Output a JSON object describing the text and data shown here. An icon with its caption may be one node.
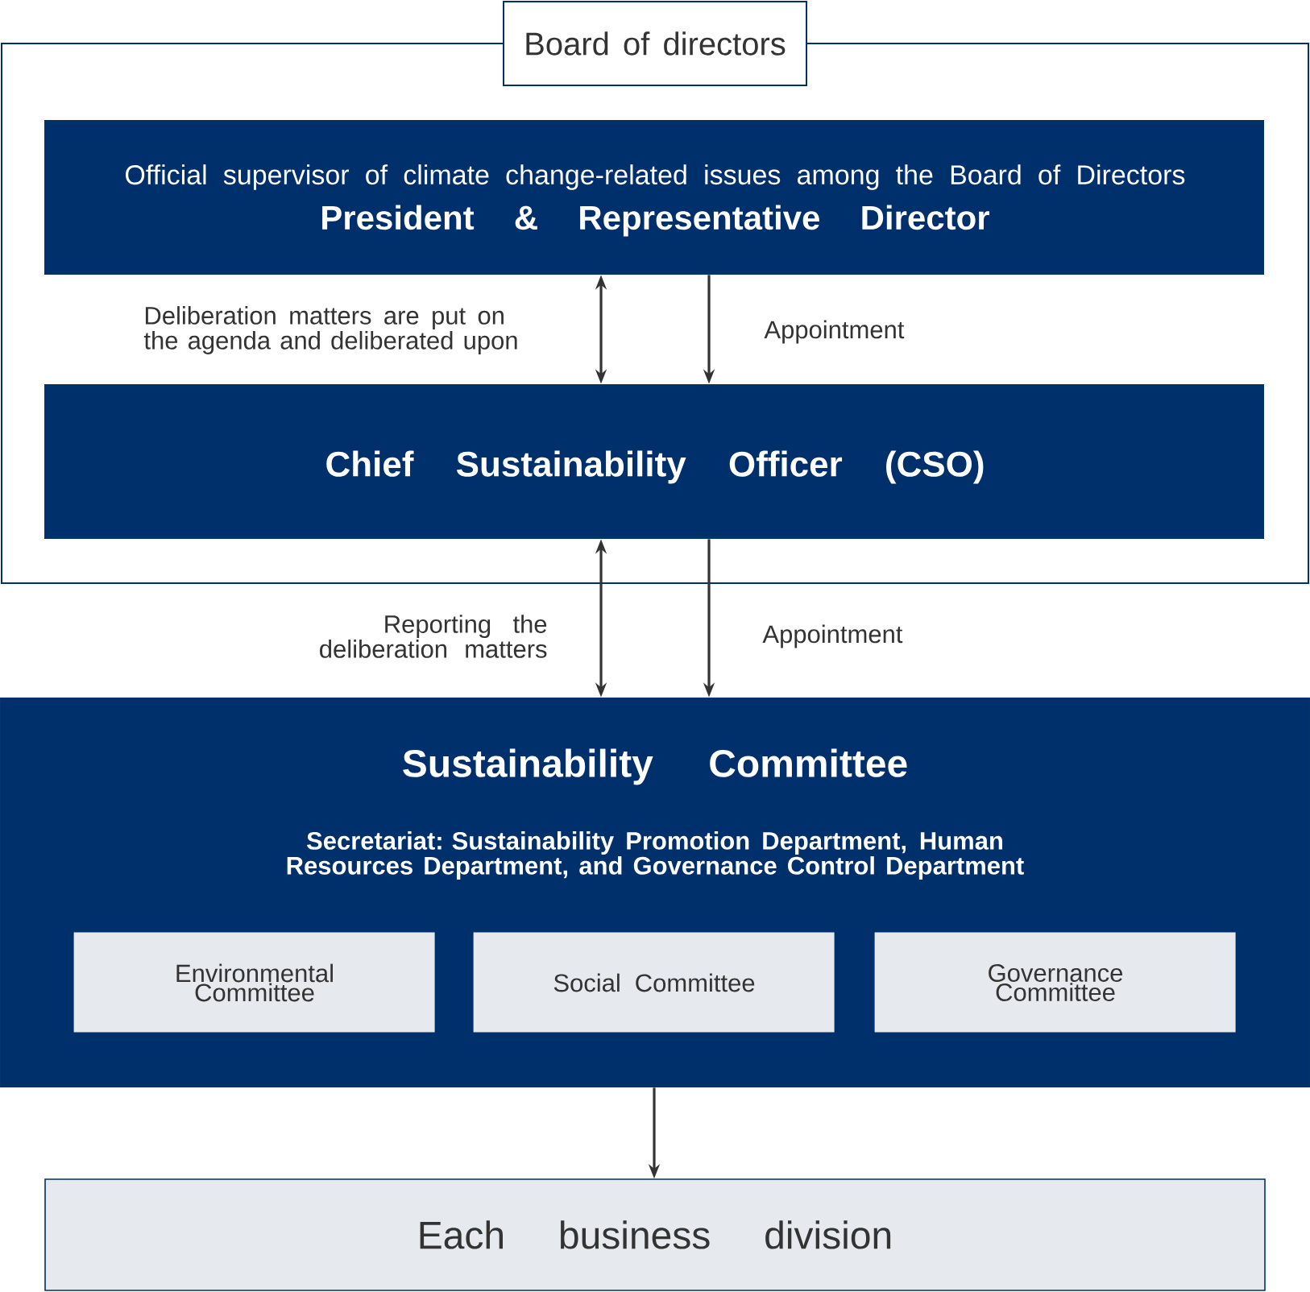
{
  "diagram": {
    "nodes": [
      {
        "text": [
          "Board of directors"
        ]
      },
      {
        "text": [
          "Official supervisor of climate change-related issues among the Board of Directors",
          "President & Representative Director"
        ],
        "in": 0
      },
      {
        "text": [
          "Chief Sustainability Officer (CSO)"
        ],
        "in": 0
      },
      {
        "text": [
          "Sustainability Committee",
          "Secretariat: Sustainability Promotion Department, Human Resources Department, and Governance Control Department"
        ]
      },
      {
        "text": [
          "Environmental Committee"
        ],
        "in": 3
      },
      {
        "text": [
          "Social Committee"
        ],
        "in": 3
      },
      {
        "text": [
          "Governance Committee"
        ],
        "in": 3
      },
      {
        "text": [
          "Each business division"
        ]
      }
    ],
    "edges": [
      {
        "from": 1,
        "to": 2,
        "arrow": "both",
        "label": "Deliberation matters are put on the agenda and deliberated upon"
      },
      {
        "from": 1,
        "to": 2,
        "arrow": "to",
        "label": "Appointment"
      },
      {
        "from": 2,
        "to": 3,
        "arrow": "both",
        "label": "Reporting the deliberation matters"
      },
      {
        "from": 2,
        "to": 3,
        "arrow": "to",
        "label": "Appointment"
      },
      {
        "from": 3,
        "to": 7,
        "arrow": "to"
      }
    ]
  }
}
